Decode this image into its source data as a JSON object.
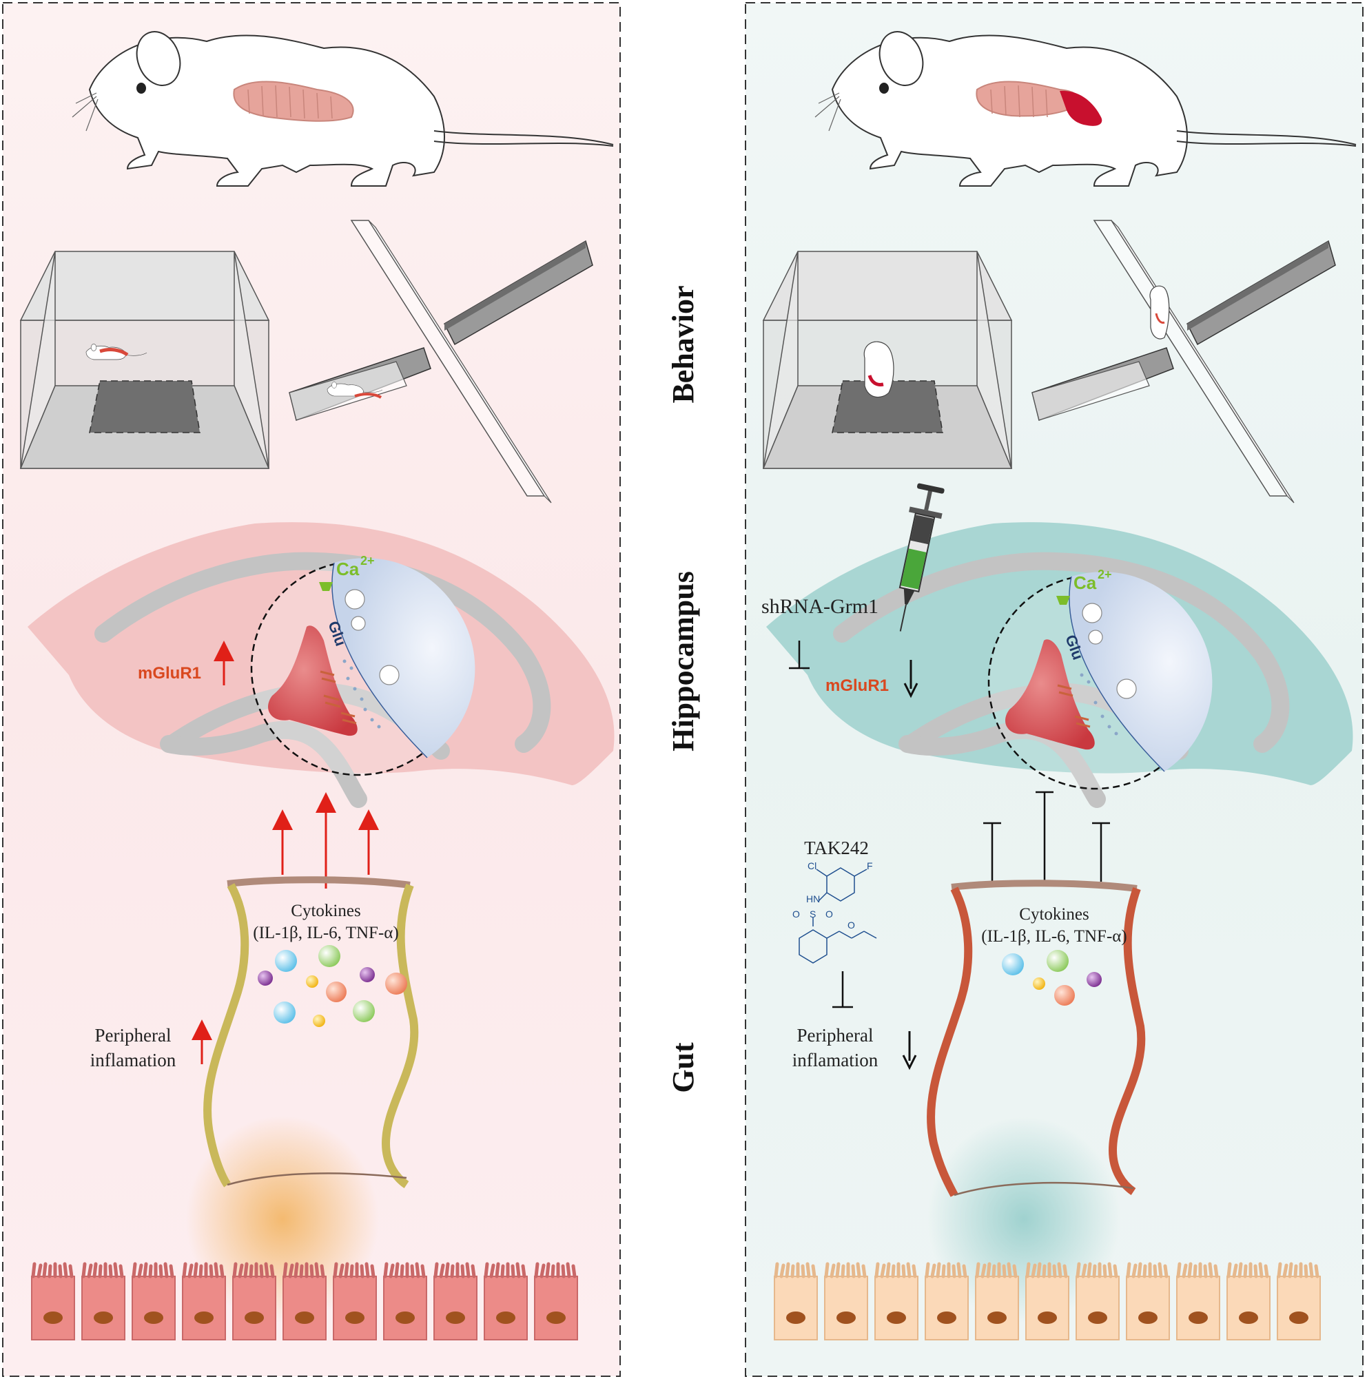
{
  "sections": {
    "behavior": "Behavior",
    "hippocampus": "Hippocampus",
    "gut": "Gut"
  },
  "left_panel": {
    "receptor_label": "mGluR1",
    "ion_label": "Ca",
    "ion_charge": "2+",
    "transmitter_label": "Glu",
    "cytokines_title": "Cytokines",
    "cytokines_list": "(IL-1β, IL-6, TNF-α)",
    "inflammation_line1": "Peripheral",
    "inflammation_line2": "inflamation",
    "receptor_trend": "up",
    "inflammation_trend": "up"
  },
  "right_panel": {
    "receptor_label": "mGluR1",
    "ion_label": "Ca",
    "ion_charge": "2+",
    "transmitter_label": "Glu",
    "injection_label": "shRNA-Grm1",
    "drug_label": "TAK242",
    "atom_cl": "Cl",
    "atom_f": "F",
    "atom_hn": "HN",
    "atom_s": "S",
    "atom_o": "O",
    "cytokines_title": "Cytokines",
    "cytokines_list": "(IL-1β, IL-6, TNF-α)",
    "inflammation_line1": "Peripheral",
    "inflammation_line2": "inflamation",
    "receptor_trend": "down",
    "inflammation_trend": "down"
  },
  "colors": {
    "left_bg": "#fbe9ea",
    "right_bg": "#eaf3f2",
    "left_hippocampus": "#f3c4c4",
    "right_hippocampus": "#a9d6d3",
    "left_gut_wall": "#c9b85a",
    "right_gut_wall": "#c8573a",
    "left_epithelium": "#ec8b88",
    "right_epithelium": "#fbd9b8",
    "nucleus": "#a0521f",
    "up_arrow": "#e02018",
    "down_arrow": "#111111",
    "receptor_text": "#d9481f",
    "ion_text": "#7cbd2a",
    "injection_text": "#1f8a3a",
    "drug_structure": "#1f4f8f"
  }
}
